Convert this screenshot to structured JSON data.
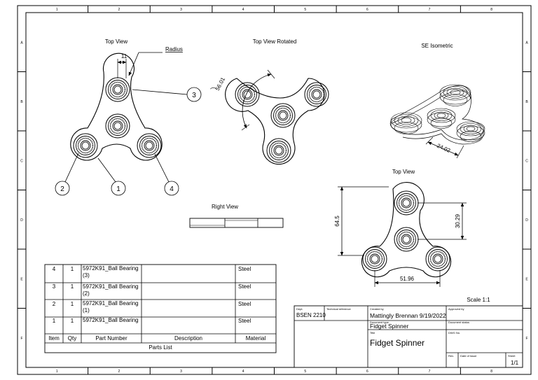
{
  "zone_columns": [
    "1",
    "2",
    "3",
    "4",
    "5",
    "6",
    "7",
    "8"
  ],
  "zone_rows": [
    "A",
    "B",
    "C",
    "D",
    "E",
    "F"
  ],
  "views": {
    "top_view": "Top View",
    "top_view_rotated": "Top View Rotated",
    "se_isometric": "SE Isometric",
    "top_view_2": "Top View",
    "right_view": "Right View"
  },
  "dimensions": {
    "radius_label": "Radius",
    "width_11": "11",
    "angle": "56.01",
    "iso_24": "24.02",
    "height_64": "64.5",
    "offset_30": "30.29",
    "width_51": "51.96"
  },
  "balloons": [
    "1",
    "2",
    "3",
    "4"
  ],
  "scale": "Scale 1:1",
  "parts_list": {
    "title": "Parts List",
    "headers": [
      "Item",
      "Qty",
      "Part Number",
      "Description",
      "Material"
    ],
    "rows": [
      {
        "item": "4",
        "qty": "1",
        "part_number": "5972K91_Ball Bearing (3)",
        "description": "",
        "material": "Steel"
      },
      {
        "item": "3",
        "qty": "1",
        "part_number": "5972K91_Ball Bearing (2)",
        "description": "",
        "material": "Steel"
      },
      {
        "item": "2",
        "qty": "1",
        "part_number": "5972K91_Ball Bearing (1)",
        "description": "",
        "material": "Steel"
      },
      {
        "item": "1",
        "qty": "1",
        "part_number": "5972K91_Ball Bearing",
        "description": "",
        "material": "Steel"
      }
    ]
  },
  "title_block": {
    "dept_label": "Dept.",
    "dept_value": "BSEN 2210",
    "tech_ref_label": "Technical reference",
    "created_by_label": "Created by",
    "created_by_value": "Mattingly Brennan 9/19/2022",
    "approved_by_label": "Approved by",
    "doc_type_label": "Document type",
    "doc_type_value": "Fidget Spinner",
    "doc_status_label": "Document status",
    "title_label": "Title",
    "title_value": "Fidget Spinner",
    "dwg_no_label": "DWG No.",
    "rev_label": "Rev.",
    "date_label": "Date of issue",
    "sheet_label": "Sheet",
    "sheet_value": "1/1"
  }
}
